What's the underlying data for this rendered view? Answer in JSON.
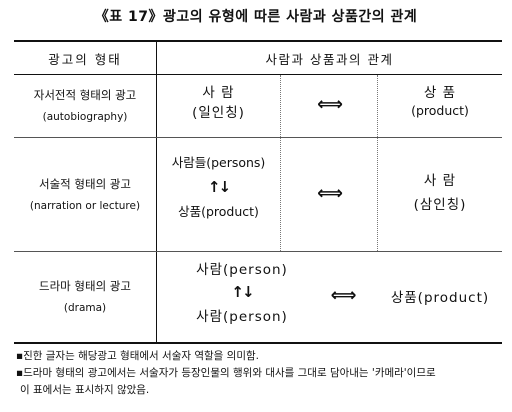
{
  "title": "《표 17》광고의 유형에 따른 사람과 상품간의 관계",
  "table": {
    "header_type": "광고의 형태",
    "header_relation": "사람과 상품과의 관계",
    "arrow_lr": "⟺",
    "arrow_ud": "↑↓",
    "rows": [
      {
        "type_ko": "자서전적 형태의 광고",
        "type_en": "(autobiography)",
        "person": "사 람",
        "person_sub": "(일인칭)",
        "product": "상 품",
        "product_sub": "(product)"
      },
      {
        "type_ko": "서술적 형태의 광고",
        "type_en": "(narration or lecture)",
        "top": "사람들(persons)",
        "bottom": "상품(product)",
        "right": "사 람",
        "right_sub": "(삼인칭)"
      },
      {
        "type_ko": "드라마 형태의 광고",
        "type_en": "(drama)",
        "top": "사람(person)",
        "bottom": "사람(person)",
        "right": "상품(product)"
      }
    ]
  },
  "notes": [
    "▪진한 글자는 해당광고 형태에서 서술자 역할을 의미함.",
    "▪드라마 형태의 광고에서는 서술자가 등장인물의 행위와 대사를 그대로 담아내는 '카메라'이므로",
    "이 표에서는 표시하지 않았음."
  ]
}
